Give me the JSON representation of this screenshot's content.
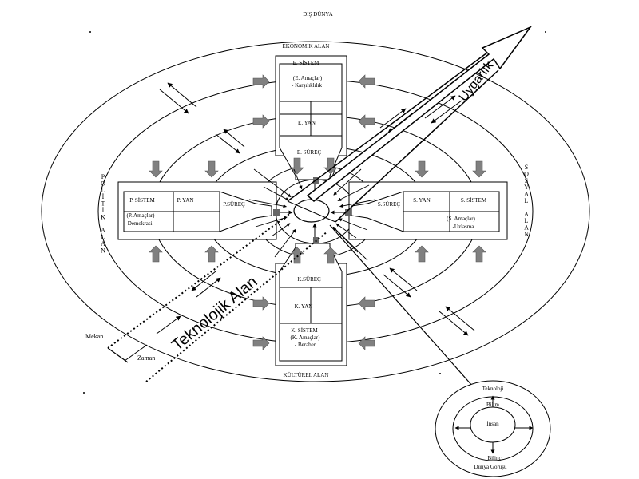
{
  "outer_world": "DIŞ DÜNYA",
  "zones": {
    "economic": "EKONOMİK ALAN",
    "cultural": "KÜLTÜREL ALAN",
    "political_letters": [
      "P",
      "O",
      "L",
      "İ",
      "T",
      "İ",
      "K",
      "",
      "A",
      "L",
      "A",
      "N"
    ],
    "social_letters": [
      "S",
      "O",
      "S",
      "Y",
      "A",
      "L",
      "",
      "A",
      "L",
      "A",
      "N"
    ]
  },
  "economic_branch": {
    "system": "E. SİSTEM",
    "system_sub1": "(E. Amaçlar)",
    "system_sub2": "- Karşılıklılık",
    "side": "E. YAN",
    "process": "E. SÜREÇ"
  },
  "political_branch": {
    "system": "P. SİSTEM",
    "system_sub1": "(P. Amaçlar)",
    "system_sub2": "-Demokrasi",
    "side": "P. YAN",
    "process": "P.SÜREÇ"
  },
  "social_branch": {
    "system": "S. SİSTEM",
    "system_sub1": "(S. Amaçlar)",
    "system_sub2": "-Uzlaşma",
    "side": "S. YAN",
    "process": "S.SÜREÇ"
  },
  "cultural_branch": {
    "system": "K. SİSTEM",
    "system_sub1": "(K. Amaçlar)",
    "system_sub2": "- Beraber",
    "side": "K. YAN",
    "process": "K.SÜREÇ"
  },
  "axes": {
    "civilization": "Uygarlık",
    "tech_field": "Teknolojik Alan",
    "space": "Mekan",
    "time": "Zaman"
  },
  "inset": {
    "outer": "Teknoloji",
    "middle": "Bilim",
    "center": "İnsan",
    "bottom_inner": "Bilinç",
    "bottom_outer": "Dünya Görüşü"
  }
}
